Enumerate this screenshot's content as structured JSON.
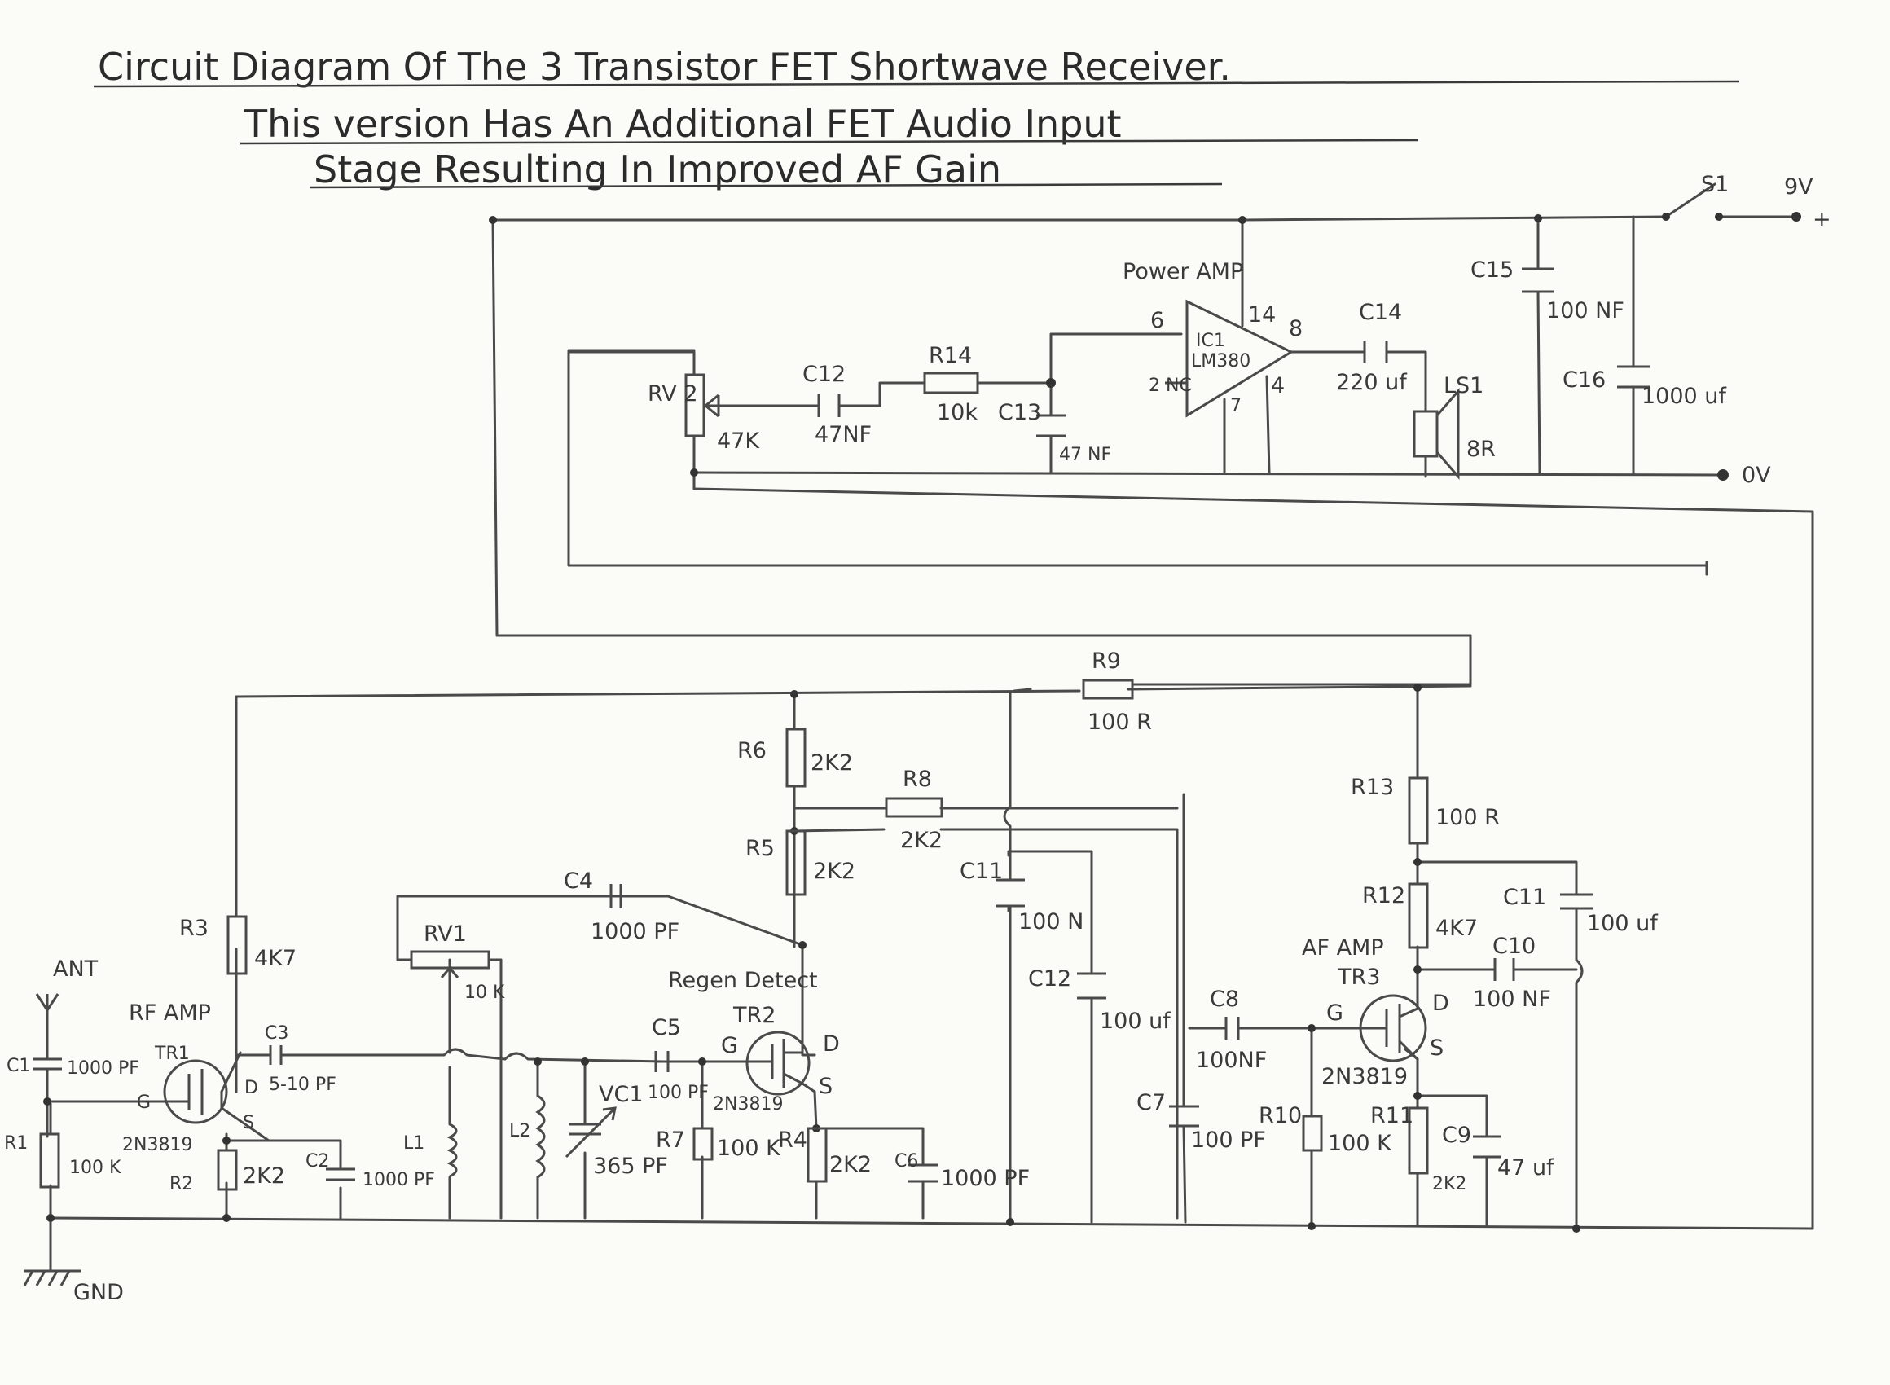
{
  "title": {
    "line1": "Circuit Diagram Of The 3 Transistor FET Shortwave Receiver.",
    "line2": "This version Has An Additional FET Audio Input",
    "line3": "Stage Resulting In Improved AF Gain"
  },
  "power": {
    "switch": "S1",
    "supply": "9V",
    "plus": "+",
    "ground_rail": "0V"
  },
  "components": {
    "ant": "ANT",
    "gnd": "GND",
    "c1": "C1",
    "c1_val": "1000 PF",
    "r1": "R1",
    "r1_val": "100 K",
    "tr1_stage": "RF AMP",
    "tr1": "TR1",
    "tr1_type": "2N3819",
    "r3": "R3",
    "r3_val": "4K7",
    "c3": "C3",
    "c3_val": "5-10 PF",
    "r2": "R2",
    "r2_val": "2K2",
    "c2": "C2",
    "c2_val": "1000 PF",
    "rv1": "RV1",
    "rv1_val": "10 K",
    "l1": "L1",
    "l2": "L2",
    "vc1": "VC1",
    "vc1_val": "365 PF",
    "c4": "C4",
    "c4_val": "1000 PF",
    "c5": "C5",
    "c5_val": "100 PF",
    "r7": "R7",
    "r7_val": "100 K",
    "tr2_stage": "Regen Detect",
    "tr2": "TR2",
    "tr2_type": "2N3819",
    "r4": "R4",
    "r4_val": "2K2",
    "c6": "C6",
    "c6_val": "1000 PF",
    "r5": "R5",
    "r5_val": "2K2",
    "r6": "R6",
    "r6_val": "2K2",
    "r8": "R8",
    "r8_val": "2K2",
    "r9": "R9",
    "r9_val": "100 R",
    "c11a": "C11",
    "c11a_val": "100 N",
    "c12a": "C12",
    "c12a_val": "100 uf",
    "c7": "C7",
    "c7_val": "100 PF",
    "c8": "C8",
    "c8_val": "100NF",
    "r10": "R10",
    "r10_val": "100 K",
    "tr3_stage": "AF AMP",
    "tr3": "TR3",
    "tr3_type": "2N3819",
    "r11": "R11",
    "r11_val": "2K2",
    "c9": "C9",
    "c9_val": "47 uf",
    "r12": "R12",
    "r12_val": "4K7",
    "r13": "R13",
    "r13_val": "100 R",
    "c10": "C10",
    "c10_val": "100 NF",
    "c11b": "C11",
    "c11b_val": "100 uf",
    "rv2": "RV 2",
    "rv2_val": "47K",
    "c12b": "C12",
    "c12b_val": "47NF",
    "r14": "R14",
    "r14_val": "10k",
    "c13": "C13",
    "c13_val": "47 NF",
    "ic1_label": "Power AMP",
    "ic1": "IC1",
    "ic1_type": "LM380",
    "ic1_nc": "2 NC",
    "c14": "C14",
    "c14_val": "220 uf",
    "ls1": "LS1",
    "ls1_val": "8R",
    "c15": "C15",
    "c15_val": "100 NF",
    "c16": "C16",
    "c16_val": "1000 uf"
  },
  "pins": {
    "g": "G",
    "d": "D",
    "s": "S",
    "ic_6": "6",
    "ic_14": "14",
    "ic_8": "8",
    "ic_4": "4",
    "ic_7": "7"
  }
}
